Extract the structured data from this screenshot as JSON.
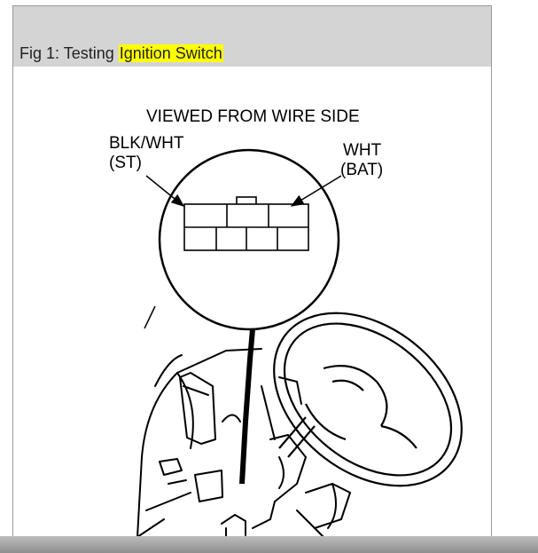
{
  "caption": {
    "prefix": "Fig 1: Testing ",
    "highlight": "Ignition Switch",
    "highlight_color": "#ffff00",
    "bar_color": "#d4d4d4"
  },
  "diagram": {
    "view_label": "VIEWED FROM WIRE SIDE",
    "left_label_line1": "BLK/WHT",
    "left_label_line2": "(ST)",
    "right_label_line1": "WHT",
    "right_label_line2": "(BAT)"
  }
}
